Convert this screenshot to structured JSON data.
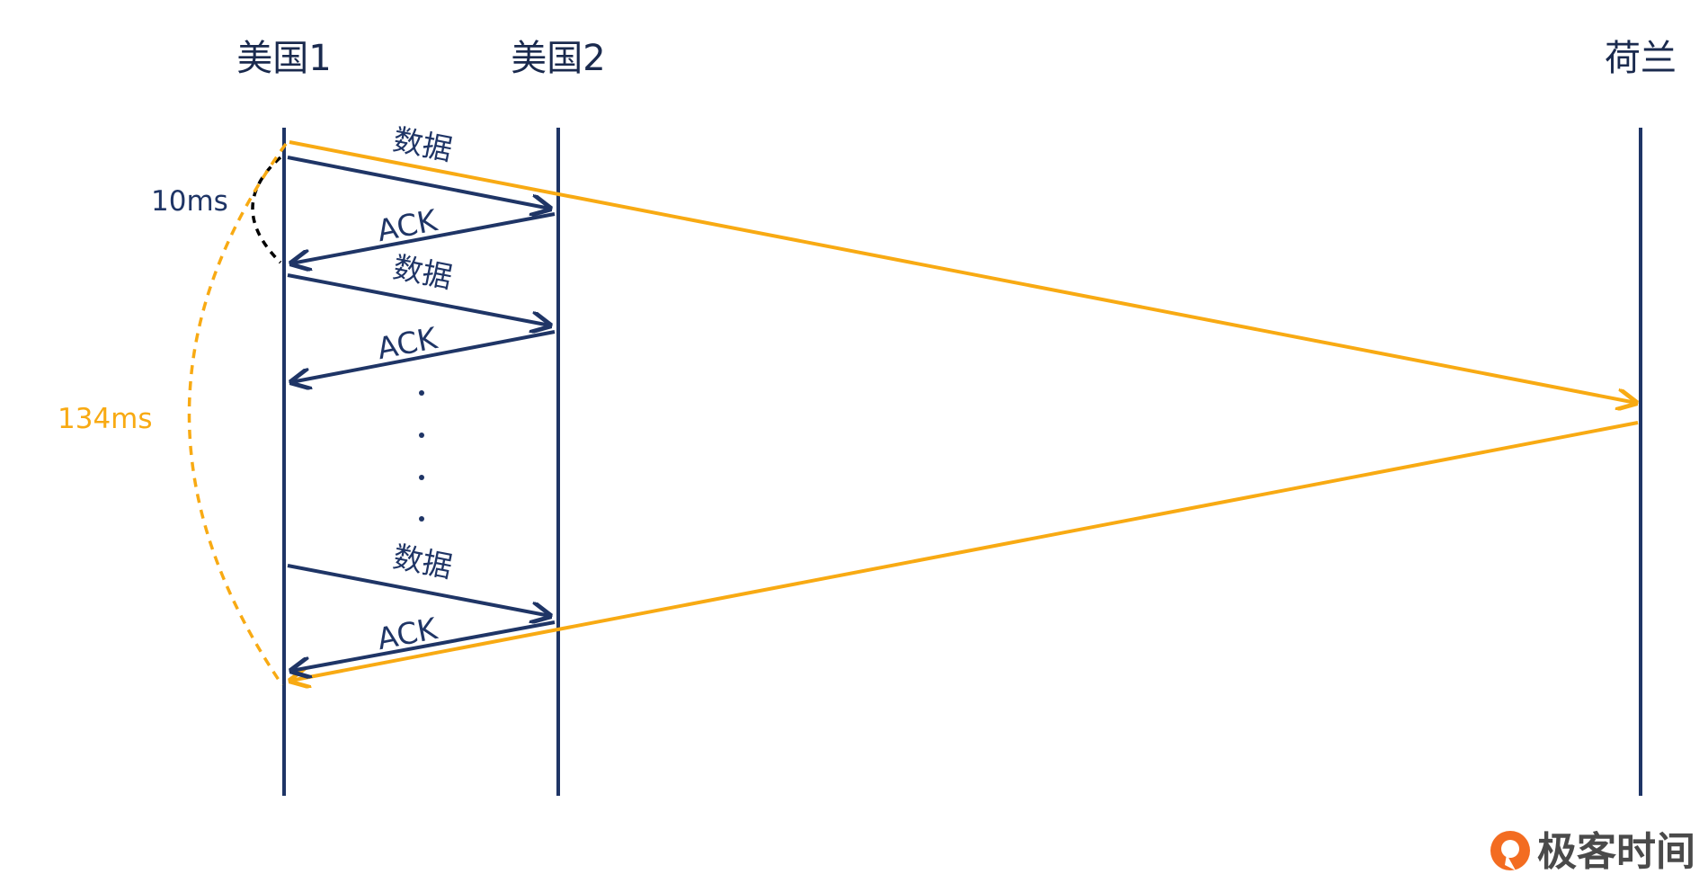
{
  "nodes": {
    "us1": "美国1",
    "us2": "美国2",
    "nl": "荷兰"
  },
  "messages": {
    "data_1": "数据",
    "ack_1": "ACK",
    "data_2": "数据",
    "ack_2": "ACK",
    "data_3": "数据",
    "ack_3": "ACK"
  },
  "timings": {
    "short_rtt": "10ms",
    "long_rtt": "134ms"
  },
  "brand": {
    "name": "极客时间"
  },
  "colors": {
    "navy": "#1f3566",
    "orange": "#f8aa13",
    "black": "#000000"
  }
}
